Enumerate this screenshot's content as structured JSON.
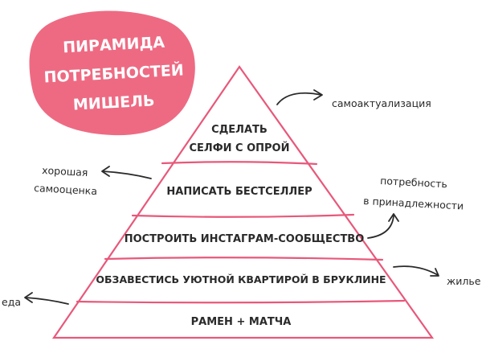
{
  "title": {
    "lines": [
      "ПИРАМИДА",
      "ПОТРЕБНОСТЕЙ",
      "МИШЕЛЬ"
    ]
  },
  "tiers": [
    {
      "lines": [
        "СДЕЛАТЬ",
        "СЕЛФИ С ОПРОЙ"
      ]
    },
    {
      "lines": [
        "НАПИСАТЬ БЕСТСЕЛЛЕР"
      ]
    },
    {
      "lines": [
        "ПОСТРОИТЬ ИНСТАГРАМ-СООБЩЕСТВО"
      ]
    },
    {
      "lines": [
        "ОБЗАВЕСТИСЬ УЮТНОЙ КВАРТИРОЙ В БРУКЛИНЕ"
      ]
    },
    {
      "lines": [
        "РАМЕН + МАТЧА"
      ]
    }
  ],
  "annotations": {
    "self_actualization": "самоактуализация",
    "esteem": [
      "хорошая",
      "самооценка"
    ],
    "belonging": [
      "потребность",
      "в принадлежности"
    ],
    "housing": "жилье",
    "food": "еда"
  },
  "colors": {
    "accent": "#e8587a",
    "blob": "#ee6a83",
    "ink": "#2a2a2a"
  }
}
